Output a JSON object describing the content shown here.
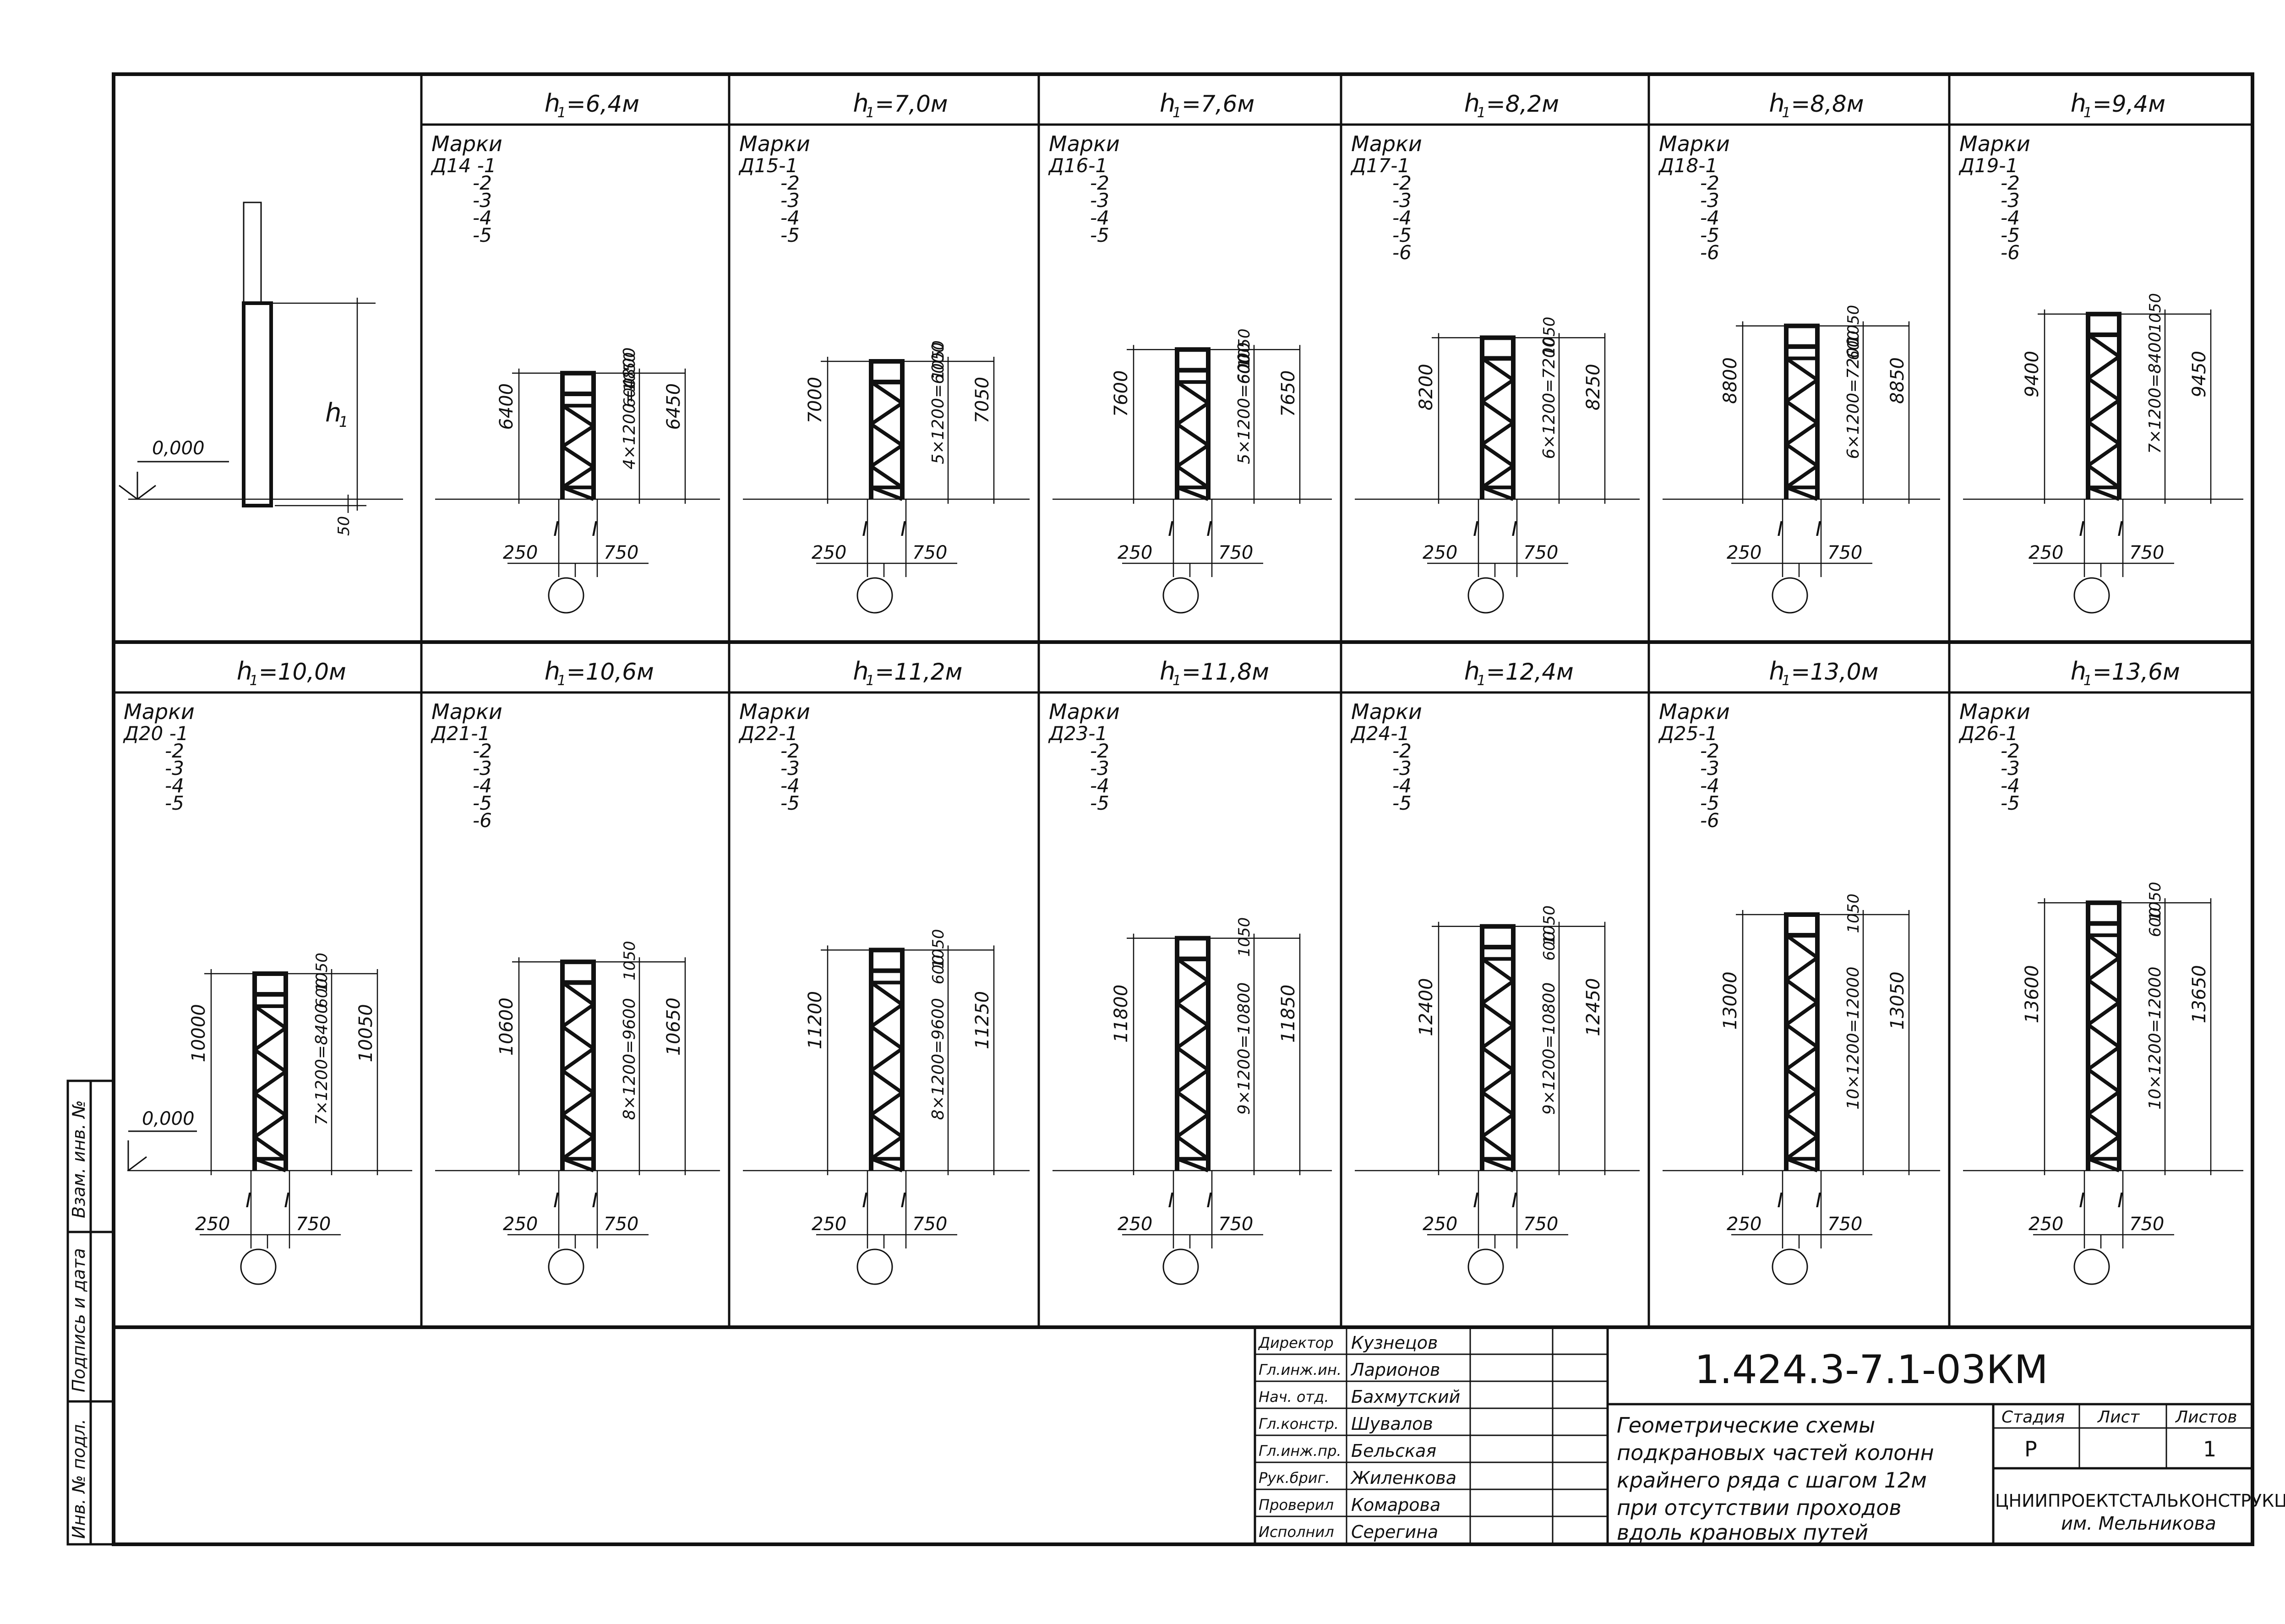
{
  "datum_label": "0,000",
  "base_offset_label": "50",
  "h_symbol": "h",
  "h_subscript": "1",
  "marks_word": "Марки",
  "left_dim": "250",
  "right_dim": "750",
  "panels_top": [
    {
      "h_text": "=6,4м",
      "marks": [
        "Д14 -1",
        "-2",
        "-3",
        "-4",
        "-5"
      ],
      "height_dim": "6400",
      "step_dim": "4×1200=4800",
      "total_dim": "6450",
      "top_dim": "1050",
      "sub_dim": "600"
    },
    {
      "h_text": "=7,0м",
      "marks": [
        "Д15-1",
        "-2",
        "-3",
        "-4",
        "-5"
      ],
      "height_dim": "7000",
      "step_dim": "5×1200=6000",
      "total_dim": "7050",
      "top_dim": "1050",
      "sub_dim": ""
    },
    {
      "h_text": "=7,6м",
      "marks": [
        "Д16-1",
        "-2",
        "-3",
        "-4",
        "-5"
      ],
      "height_dim": "7600",
      "step_dim": "5×1200=6000",
      "total_dim": "7650",
      "top_dim": "1050",
      "sub_dim": "600"
    },
    {
      "h_text": "=8,2м",
      "marks": [
        "Д17-1",
        "-2",
        "-3",
        "-4",
        "-5",
        "-6"
      ],
      "height_dim": "8200",
      "step_dim": "6×1200=7200",
      "total_dim": "8250",
      "top_dim": "1050",
      "sub_dim": ""
    },
    {
      "h_text": "=8,8м",
      "marks": [
        "Д18-1",
        "-2",
        "-3",
        "-4",
        "-5",
        "-6"
      ],
      "height_dim": "8800",
      "step_dim": "6×1200=7200",
      "total_dim": "8850",
      "top_dim": "1050",
      "sub_dim": "600"
    },
    {
      "h_text": "=9,4м",
      "marks": [
        "Д19-1",
        "-2",
        "-3",
        "-4",
        "-5",
        "-6"
      ],
      "height_dim": "9400",
      "step_dim": "7×1200=8400",
      "total_dim": "9450",
      "top_dim": "1050",
      "sub_dim": ""
    }
  ],
  "panels_bottom": [
    {
      "h_text": "=10,0м",
      "marks": [
        "Д20 -1",
        "-2",
        "-3",
        "-4",
        "-5"
      ],
      "height_dim": "10000",
      "step_dim": "7×1200=8400",
      "total_dim": "10050",
      "top_dim": "1050",
      "sub_dim": "600"
    },
    {
      "h_text": "=10,6м",
      "marks": [
        "Д21-1",
        "-2",
        "-3",
        "-4",
        "-5",
        "-6"
      ],
      "height_dim": "10600",
      "step_dim": "8×1200=9600",
      "total_dim": "10650",
      "top_dim": "1050",
      "sub_dim": ""
    },
    {
      "h_text": "=11,2м",
      "marks": [
        "Д22-1",
        "-2",
        "-3",
        "-4",
        "-5"
      ],
      "height_dim": "11200",
      "step_dim": "8×1200=9600",
      "total_dim": "11250",
      "top_dim": "1050",
      "sub_dim": "600"
    },
    {
      "h_text": "=11,8м",
      "marks": [
        "Д23-1",
        "-2",
        "-3",
        "-4",
        "-5"
      ],
      "height_dim": "11800",
      "step_dim": "9×1200=10800",
      "total_dim": "11850",
      "top_dim": "1050",
      "sub_dim": ""
    },
    {
      "h_text": "=12,4м",
      "marks": [
        "Д24-1",
        "-2",
        "-3",
        "-4",
        "-5"
      ],
      "height_dim": "12400",
      "step_dim": "9×1200=10800",
      "total_dim": "12450",
      "top_dim": "1050",
      "sub_dim": "600"
    },
    {
      "h_text": "=13,0м",
      "marks": [
        "Д25-1",
        "-2",
        "-3",
        "-4",
        "-5",
        "-6"
      ],
      "height_dim": "13000",
      "step_dim": "10×1200=12000",
      "total_dim": "13050",
      "top_dim": "1050",
      "sub_dim": ""
    },
    {
      "h_text": "=13,6м",
      "marks": [
        "Д26-1",
        "-2",
        "-3",
        "-4",
        "-5"
      ],
      "height_dim": "13600",
      "step_dim": "10×1200=12000",
      "total_dim": "13650",
      "top_dim": "1050",
      "sub_dim": "600"
    }
  ],
  "side_stamp": [
    "Взам. инв. №",
    "Подпись и дата",
    "Инв. № подл."
  ],
  "title_block": {
    "roles": [
      {
        "role": "Директор",
        "name": "Кузнецов"
      },
      {
        "role": "Гл.инж.ин.",
        "name": "Ларионов"
      },
      {
        "role": "Нач. отд.",
        "name": "Бахмутский"
      },
      {
        "role": "Гл.констр.",
        "name": "Шувалов"
      },
      {
        "role": "Гл.инж.пр.",
        "name": "Бельская"
      },
      {
        "role": "Рук.бриг.",
        "name": "Жиленкова"
      },
      {
        "role": "Проверил",
        "name": "Комарова"
      },
      {
        "role": "Исполнил",
        "name": "Серегина"
      }
    ],
    "doc_code": "1.424.3-7.1-03КМ",
    "description": [
      "Геометрические схемы",
      "подкрановых частей колонн",
      "крайнего ряда с шагом 12м",
      "при отсутствии проходов",
      "вдоль крановых путей"
    ],
    "stage_header": "Стадия",
    "sheet_header": "Лист",
    "sheets_header": "Листов",
    "stage_value": "Р",
    "sheet_value": "",
    "sheets_value": "1",
    "org_name": "ЦНИИПРОЕКТСТАЛЬКОНСТРУКЦИЯ",
    "org_sub": "им. Мельникова"
  }
}
